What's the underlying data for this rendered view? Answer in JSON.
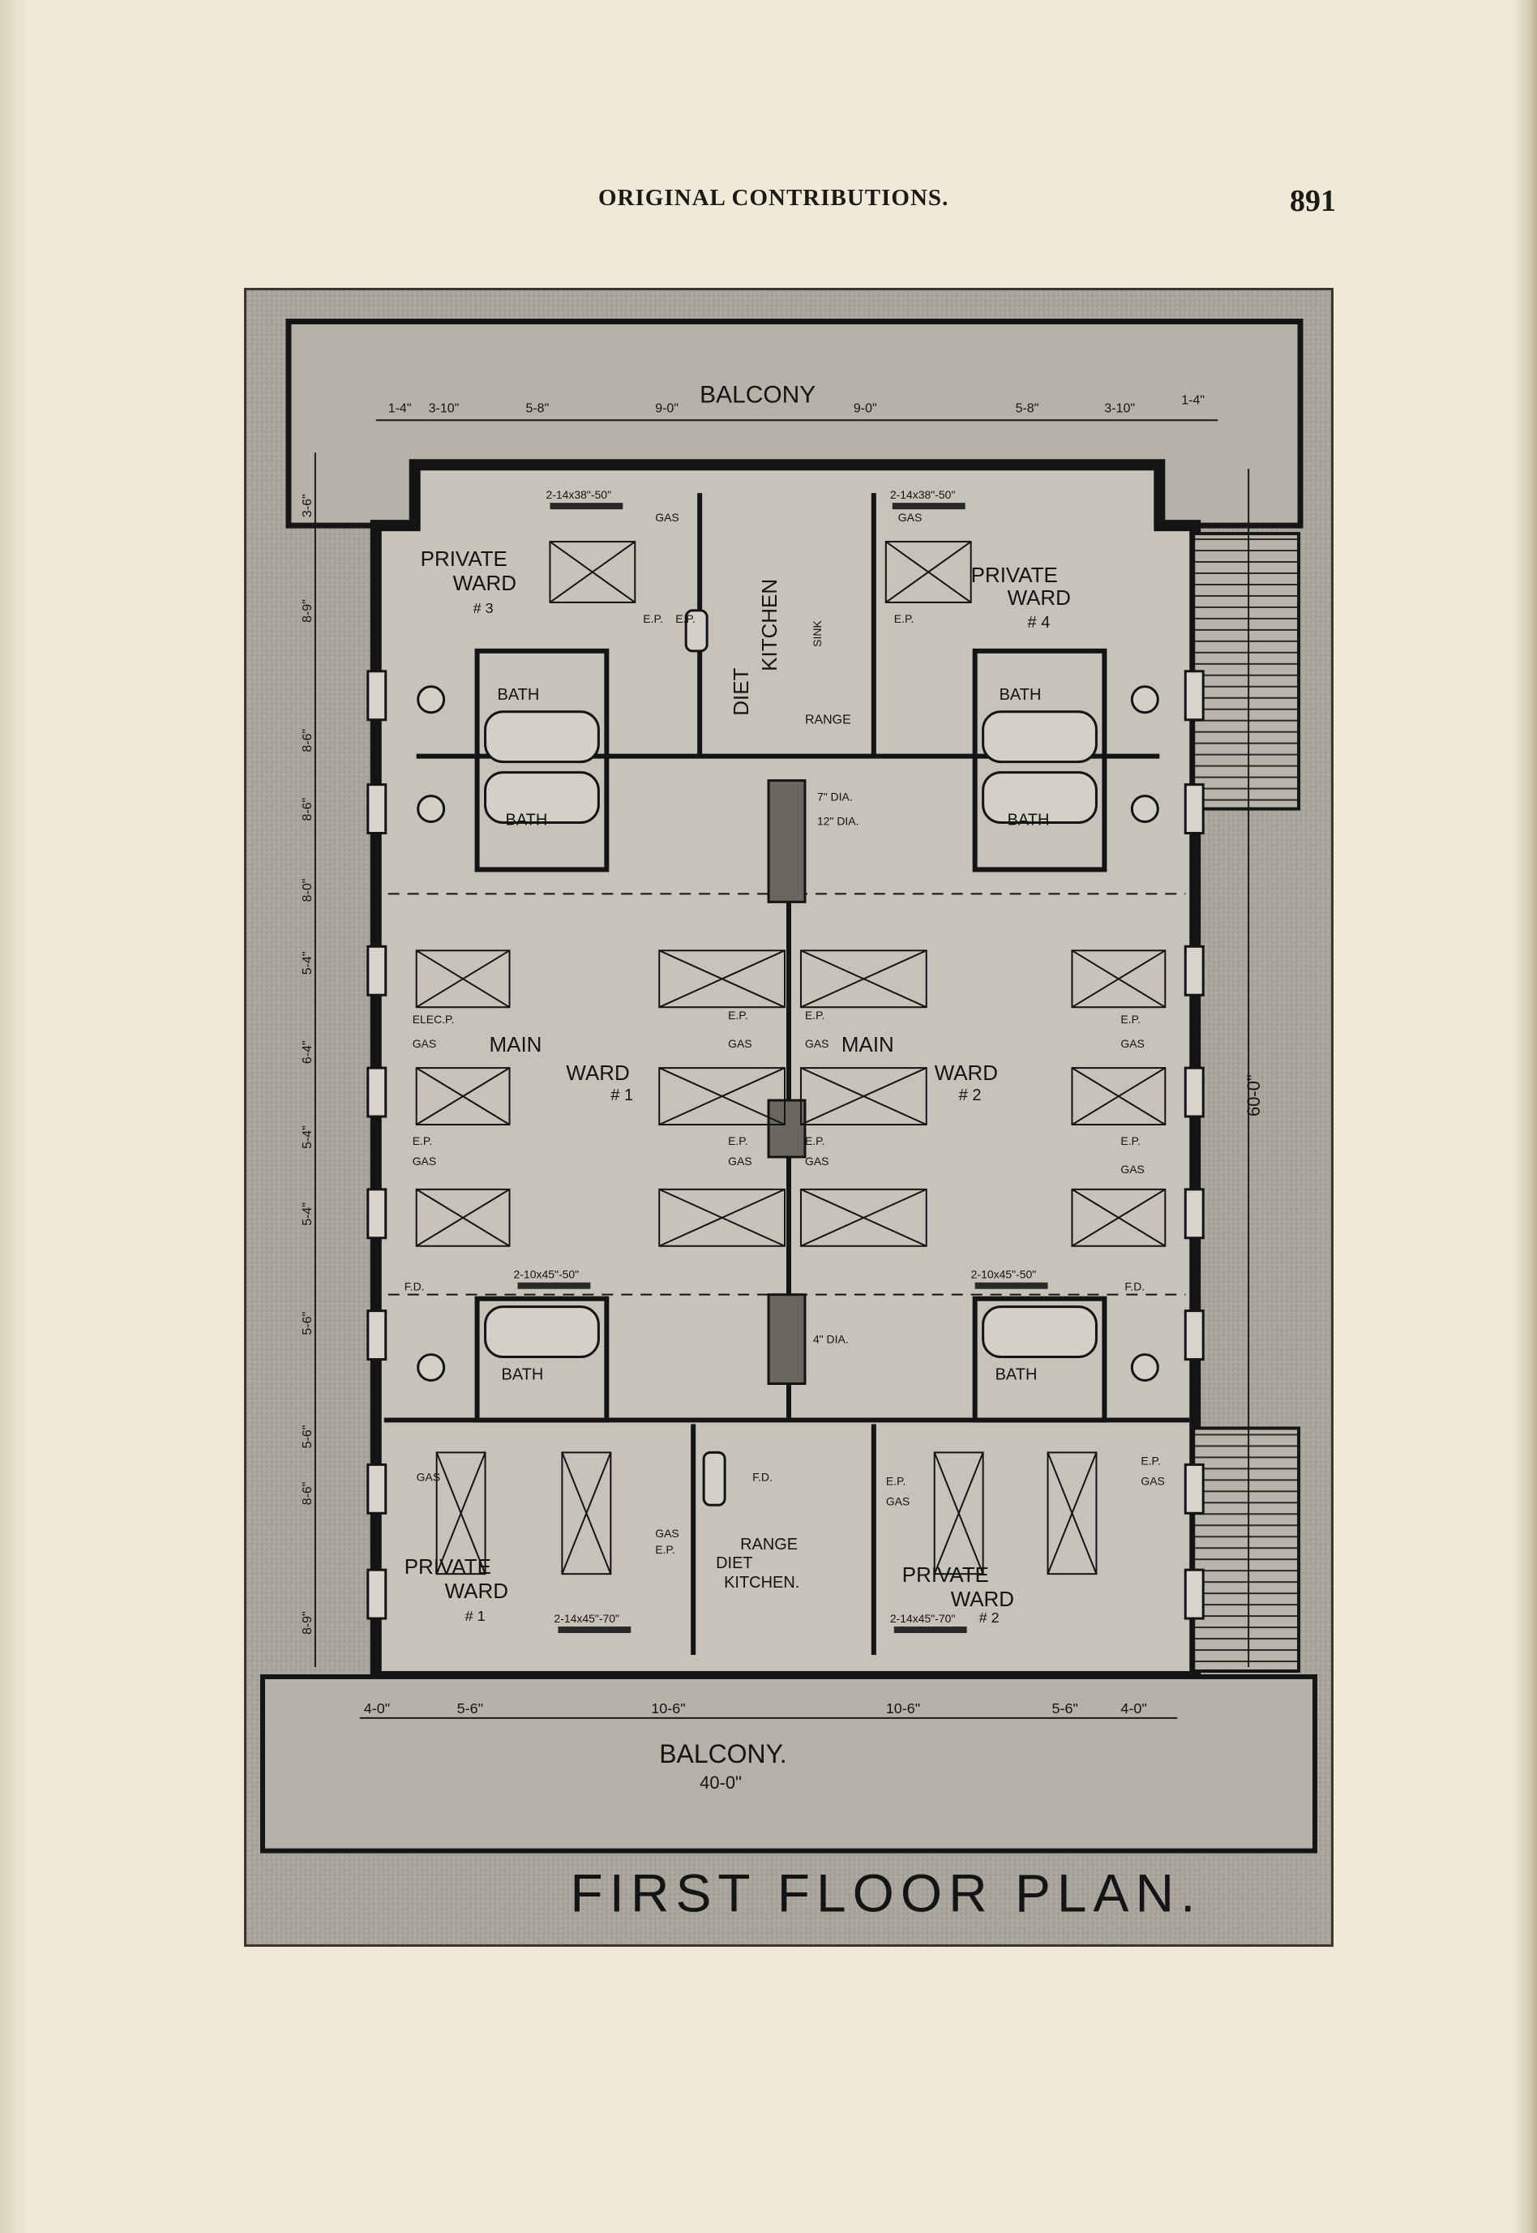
{
  "page": {
    "running_head": "ORIGINAL CONTRIBUTIONS.",
    "page_number": "891"
  },
  "plan": {
    "title": "FIRST FLOOR PLAN.",
    "balcony_top": "BALCONY",
    "balcony_bottom": "BALCONY.",
    "balcony_bottom_width": "40-0\"",
    "dims_top": [
      "1-4\"",
      "3-10\"",
      "5-8\"",
      "9-0\"",
      "9-0\"",
      "5-8\"",
      "3-10\"",
      "1-4\""
    ],
    "dims_bottom": [
      "4-0\"",
      "5-6\"",
      "10-6\"",
      "10-6\"",
      "5-6\"",
      "4-0\""
    ],
    "dims_left": [
      "3-6\"",
      "8-9\"",
      "8-6\"",
      "8-6\"",
      "8-0\"",
      "5-4\"",
      "6-4\"",
      "5-4\"",
      "5-4\"",
      "5-6\"",
      "5-6\"",
      "8-6\"",
      "8-9\""
    ],
    "overall_depth": "60-0\"",
    "rooms": {
      "pw3": [
        "PRIVATE",
        "WARD",
        "# 3"
      ],
      "pw4": [
        "PRIVATE",
        "WARD",
        "# 4"
      ],
      "pw1": [
        "PRIVATE",
        "WARD",
        "# 1"
      ],
      "pw2": [
        "PRIVATE",
        "WARD",
        "# 2"
      ],
      "diet_kitchen_top": [
        "DIET",
        "KITCHEN"
      ],
      "diet_kitchen_bottom": [
        "DIET",
        "KITCHEN."
      ],
      "range_top": "RANGE",
      "range_bottom": "RANGE",
      "sink": "SINK",
      "main_ward_1": [
        "MAIN",
        "WARD",
        "# 1"
      ],
      "main_ward_2": [
        "MAIN",
        "WARD",
        "# 2"
      ],
      "bath": "BATH"
    },
    "fixtures": {
      "ep": "E.P.",
      "gas": "GAS",
      "elec_p": "ELEC.P.",
      "fd": "F.D.",
      "dia_7": "7\" DIA.",
      "dia_12": "12\" DIA.",
      "dia_4": "4\" DIA."
    },
    "radiators": {
      "r1": "2-14x38\"-50\"",
      "r2": "2-14x38\"-50\"",
      "r3": "2-10x45\"-50\"",
      "r4": "2-10x45\"-50\"",
      "r5": "2-14x45\"-70\"",
      "r6": "2-14x45\"-70\""
    }
  }
}
